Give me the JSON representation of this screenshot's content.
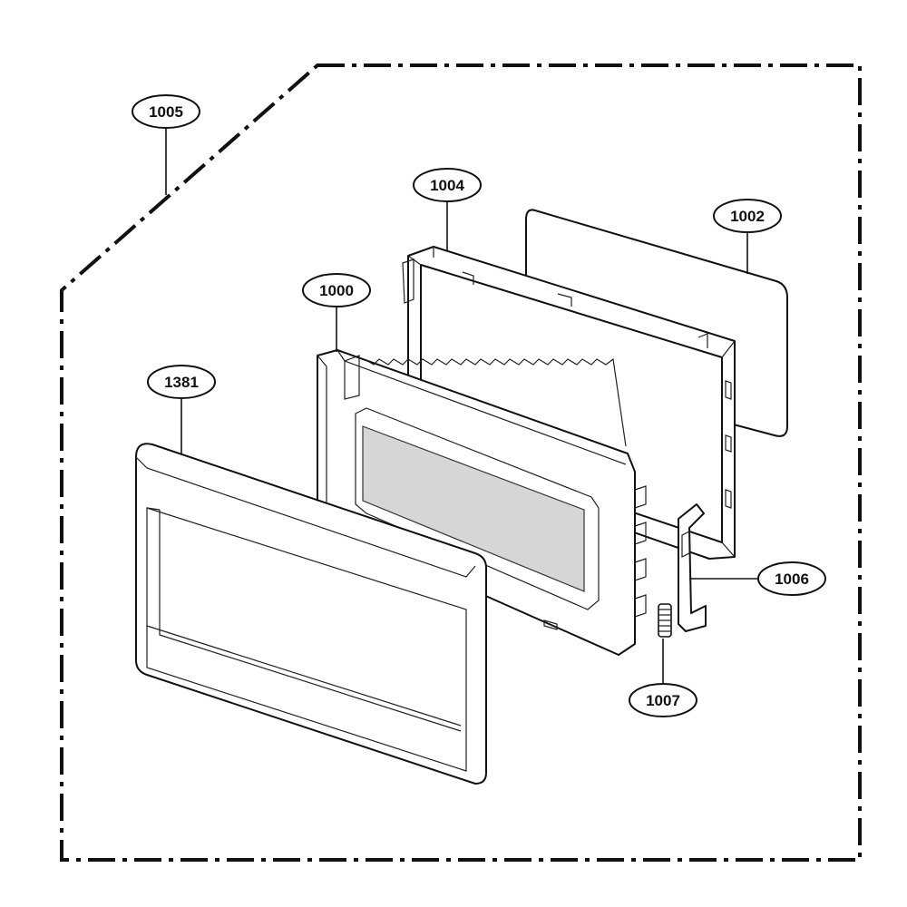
{
  "callouts": [
    {
      "id": "c1005",
      "label": "1005",
      "part": "door-assembly-boundary"
    },
    {
      "id": "c1004",
      "label": "1004",
      "part": "door-frame"
    },
    {
      "id": "c1002",
      "label": "1002",
      "part": "window-glass"
    },
    {
      "id": "c1000",
      "label": "1000",
      "part": "door-panel"
    },
    {
      "id": "c1381",
      "label": "1381",
      "part": "door-choke-cover"
    },
    {
      "id": "c1006",
      "label": "1006",
      "part": "door-latch-hook"
    },
    {
      "id": "c1007",
      "label": "1007",
      "part": "latch-spring"
    }
  ]
}
